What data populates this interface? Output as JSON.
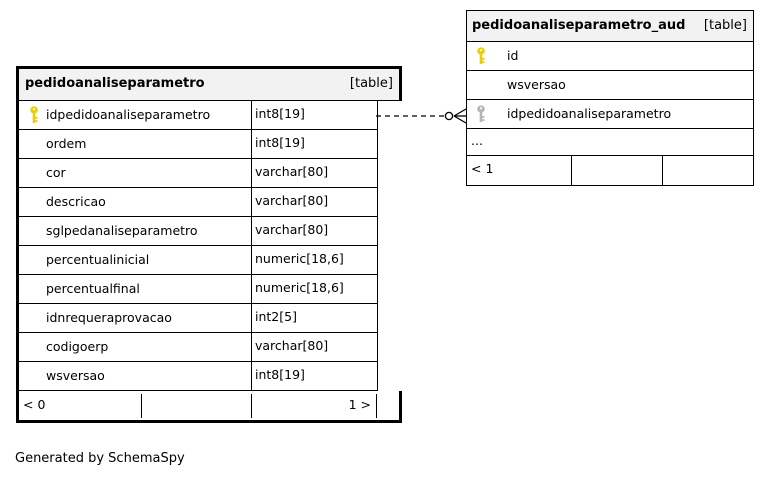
{
  "main_table": {
    "name": "pedidoanaliseparametro",
    "kind": "[table]",
    "columns": [
      {
        "name": "idpedidoanaliseparametro",
        "type": "int8[19]",
        "icon": "primary-key-icon"
      },
      {
        "name": "ordem",
        "type": "int8[19]"
      },
      {
        "name": "cor",
        "type": "varchar[80]"
      },
      {
        "name": "descricao",
        "type": "varchar[80]"
      },
      {
        "name": "sglpedanaliseparametro",
        "type": "varchar[80]"
      },
      {
        "name": "percentualinicial",
        "type": "numeric[18,6]"
      },
      {
        "name": "percentualfinal",
        "type": "numeric[18,6]"
      },
      {
        "name": "idnrequeraprovacao",
        "type": "int2[5]"
      },
      {
        "name": "codigoerp",
        "type": "varchar[80]"
      },
      {
        "name": "wsversao",
        "type": "int8[19]"
      }
    ],
    "footer": {
      "parents": "< 0",
      "children": "1 >"
    }
  },
  "aud_table": {
    "name": "pedidoanaliseparametro_aud",
    "kind": "[table]",
    "columns": [
      {
        "name": "id",
        "icon": "primary-key-icon"
      },
      {
        "name": "wsversao"
      },
      {
        "name": "idpedidoanaliseparametro",
        "icon": "foreign-key-icon"
      }
    ],
    "ellipsis": "...",
    "footer": {
      "parents": "< 1"
    }
  },
  "generated_by": "Generated by SchemaSpy",
  "colors": {
    "primary_key": "#e8d000",
    "foreign_key": "#b5b5b5",
    "header_bg": "#f2f2f2"
  }
}
